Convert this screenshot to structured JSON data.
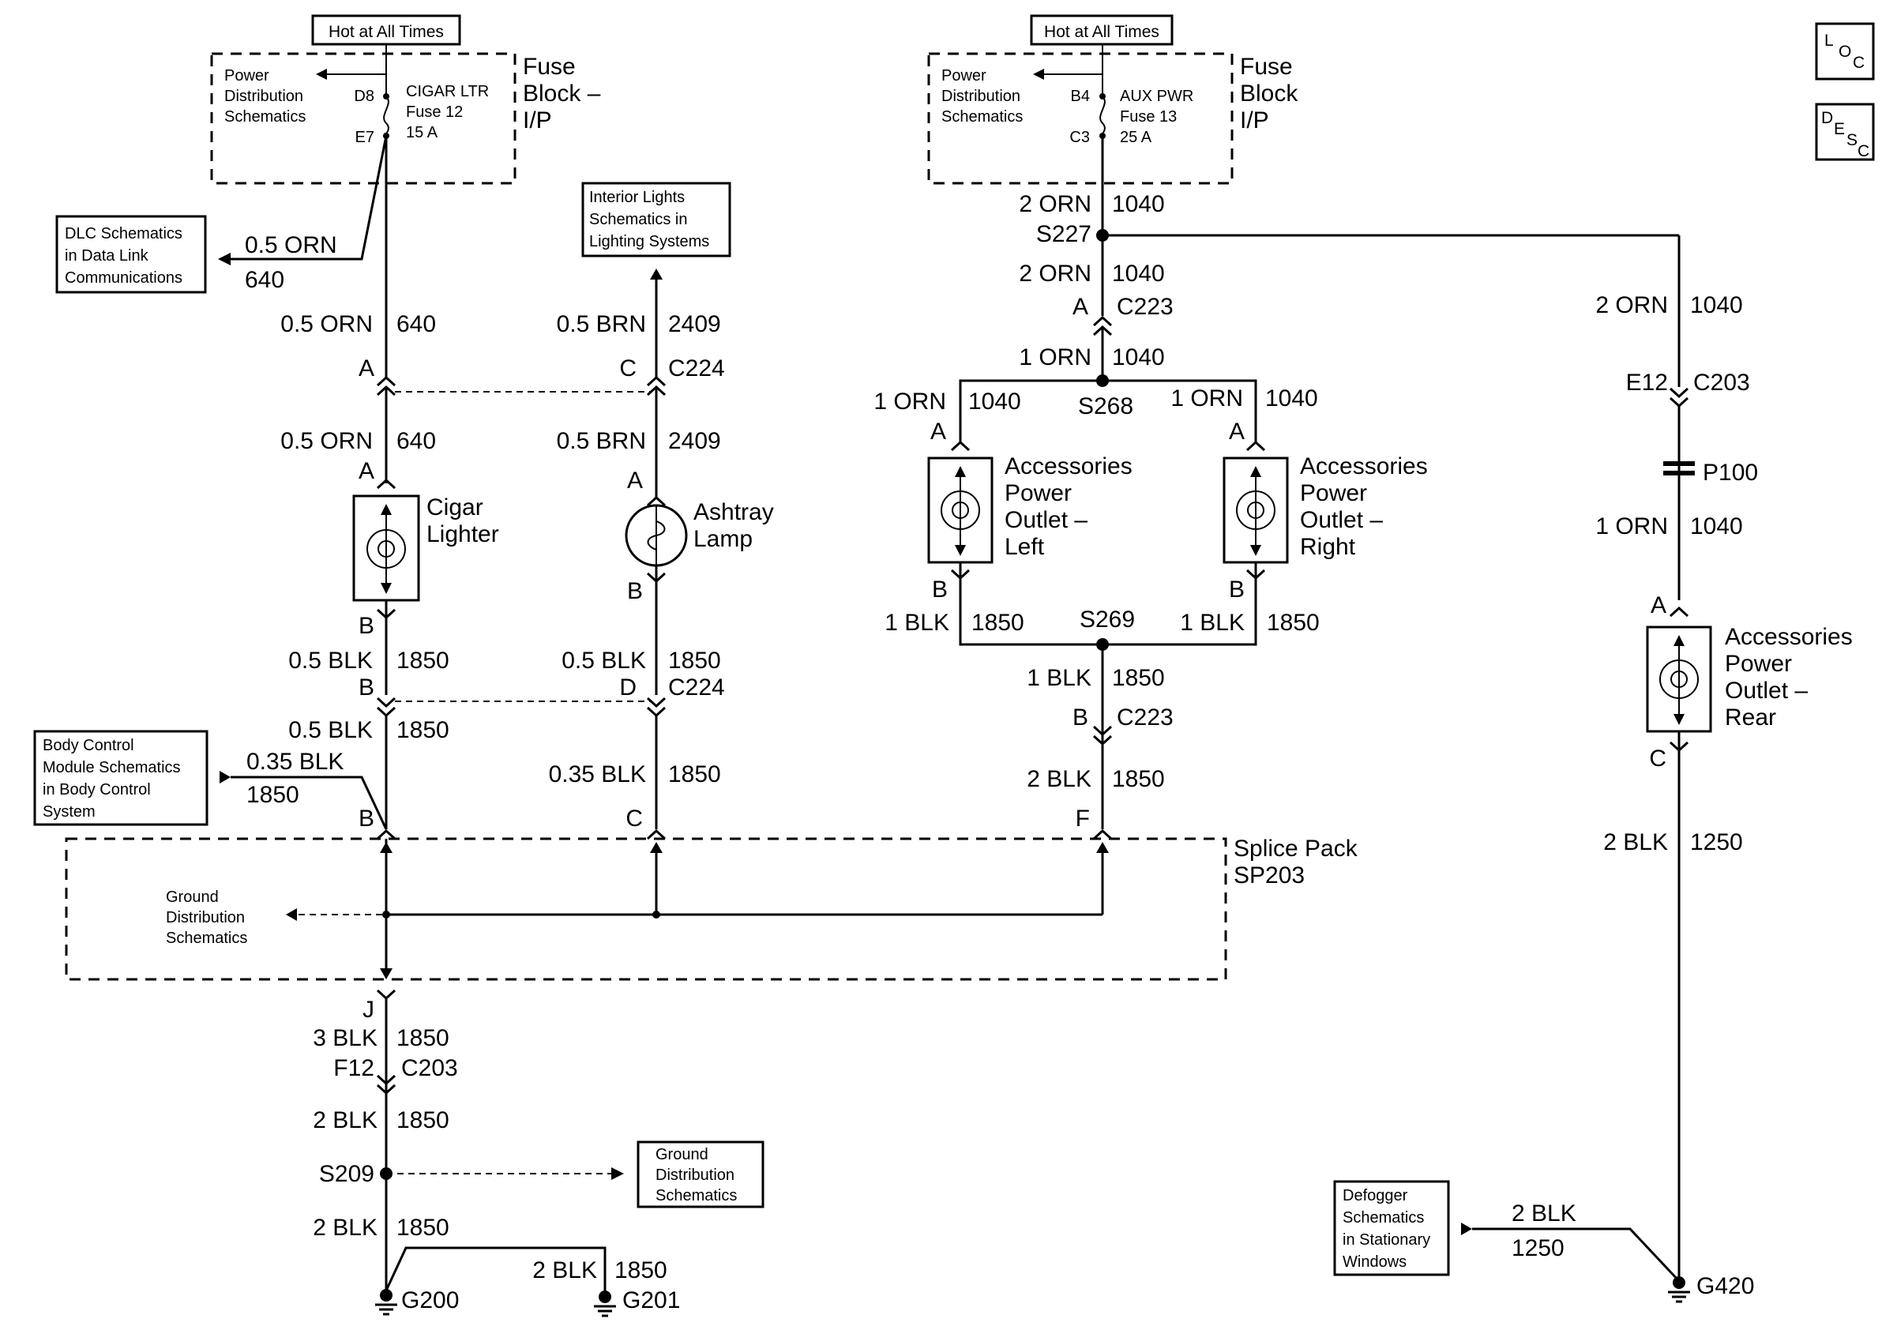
{
  "left_circuit": {
    "hot_label": "Hot at All Times",
    "fuse_block": "Fuse Block – I/P",
    "fuse_block_lines": [
      "Fuse",
      "Block –",
      "I/P"
    ],
    "power_dist": [
      "Power",
      "Distribution",
      "Schematics"
    ],
    "fuse_pin_top": "D8",
    "fuse_pin_bottom": "E7",
    "fuse_name": [
      "CIGAR LTR",
      "Fuse 12",
      "15 A"
    ],
    "dlc_ref": [
      "DLC Schematics",
      "in Data Link",
      "Communications"
    ],
    "dlc_wire": [
      "0.5 ORN",
      "640"
    ],
    "wire_640_a": [
      "0.5 ORN",
      "640"
    ],
    "conn_c224_a": "A",
    "wire_640_b": [
      "0.5 ORN",
      "640"
    ],
    "cigar_pin_a": "A",
    "cigar_lighter": [
      "Cigar",
      "Lighter"
    ],
    "cigar_pin_b": "B",
    "wire_1850_a": [
      "0.5 BLK",
      "1850"
    ],
    "conn_c224_b": "B",
    "wire_1850_b": [
      "0.5 BLK",
      "1850"
    ],
    "bcm_ref": [
      "Body Control",
      "Module Schematics",
      "in Body Control",
      "System"
    ],
    "bcm_wire": [
      "0.35 BLK",
      "1850"
    ],
    "sp_pin_b": "B"
  },
  "middle_circuit": {
    "interior_ref": [
      "Interior Lights",
      "Schematics in",
      "Lighting Systems"
    ],
    "wire_2409_a": [
      "0.5 BRN",
      "2409"
    ],
    "conn_pin_c": "C",
    "connector_c224": "C224",
    "wire_2409_b": [
      "0.5 BRN",
      "2409"
    ],
    "ashtray_pin_a": "A",
    "ashtray_lamp": [
      "Ashtray",
      "Lamp"
    ],
    "ashtray_pin_b": "B",
    "wire_1850_c": [
      "0.5 BLK",
      "1850"
    ],
    "conn_pin_d": "D",
    "connector_c224_b": "C224",
    "wire_1850_d": [
      "0.35 BLK",
      "1850"
    ],
    "sp_pin_c": "C"
  },
  "splice_pack": {
    "name": [
      "Splice Pack",
      "SP203"
    ],
    "ground_ref": [
      "Ground",
      "Distribution",
      "Schematics"
    ],
    "pin_j": "J"
  },
  "ground_path": {
    "wire_1850_e": [
      "3 BLK",
      "1850"
    ],
    "conn_f12": "F12",
    "connector_c203": "C203",
    "wire_1850_f": [
      "2 BLK",
      "1850"
    ],
    "splice_s209": "S209",
    "ground_ref_2": [
      "Ground",
      "Distribution",
      "Schematics"
    ],
    "wire_1850_g": [
      "2 BLK",
      "1850"
    ],
    "wire_1850_h": [
      "2 BLK",
      "1850"
    ],
    "g200": "G200",
    "g201": "G201"
  },
  "right_circuit": {
    "hot_label": "Hot at All Times",
    "fuse_block_lines": [
      "Fuse",
      "Block",
      "I/P"
    ],
    "power_dist": [
      "Power",
      "Distribution",
      "Schematics"
    ],
    "fuse_pin_top": "B4",
    "fuse_pin_bottom": "C3",
    "fuse_name": [
      "AUX PWR",
      "Fuse 13",
      "25 A"
    ],
    "wire_1040_a": [
      "2 ORN",
      "1040"
    ],
    "splice_s227": "S227",
    "wire_1040_b": [
      "2 ORN",
      "1040"
    ],
    "conn_c223_a": "A",
    "connector_c223": "C223",
    "wire_1040_c": [
      "1 ORN",
      "1040"
    ],
    "splice_s268": "S268",
    "wire_1040_left": [
      "1 ORN",
      "1040"
    ],
    "wire_1040_right": [
      "1 ORN",
      "1040"
    ],
    "outlet_left_pin_a": "A",
    "outlet_right_pin_a": "A",
    "outlet_left": [
      "Accessories",
      "Power",
      "Outlet –",
      "Left"
    ],
    "outlet_right": [
      "Accessories",
      "Power",
      "Outlet –",
      "Right"
    ],
    "outlet_left_pin_b": "B",
    "outlet_right_pin_b": "B",
    "wire_1850_left": [
      "1 BLK",
      "1850"
    ],
    "wire_1850_right": [
      "1 BLK",
      "1850"
    ],
    "splice_s269": "S269",
    "wire_1850_i": [
      "1 BLK",
      "1850"
    ],
    "conn_c223_b": "B",
    "connector_c223_b": "C223",
    "wire_1850_j": [
      "2 BLK",
      "1850"
    ],
    "sp_pin_f": "F"
  },
  "rear_circuit": {
    "wire_1040_d": [
      "2 ORN",
      "1040"
    ],
    "conn_e12": "E12",
    "connector_c203": "C203",
    "p100": "P100",
    "wire_1040_e": [
      "1 ORN",
      "1040"
    ],
    "outlet_pin_a": "A",
    "outlet_rear": [
      "Accessories",
      "Power",
      "Outlet –",
      "Rear"
    ],
    "outlet_pin_c": "C",
    "wire_1250_a": [
      "2 BLK",
      "1250"
    ],
    "defogger_ref": [
      "Defogger",
      "Schematics",
      "in Stationary",
      "Windows"
    ],
    "defogger_wire": [
      "2 BLK",
      "1250"
    ],
    "g420": "G420"
  },
  "corner_icons": {
    "loc": [
      "L",
      "O",
      "C"
    ],
    "desc": [
      "D",
      "E",
      "S",
      "C"
    ]
  }
}
